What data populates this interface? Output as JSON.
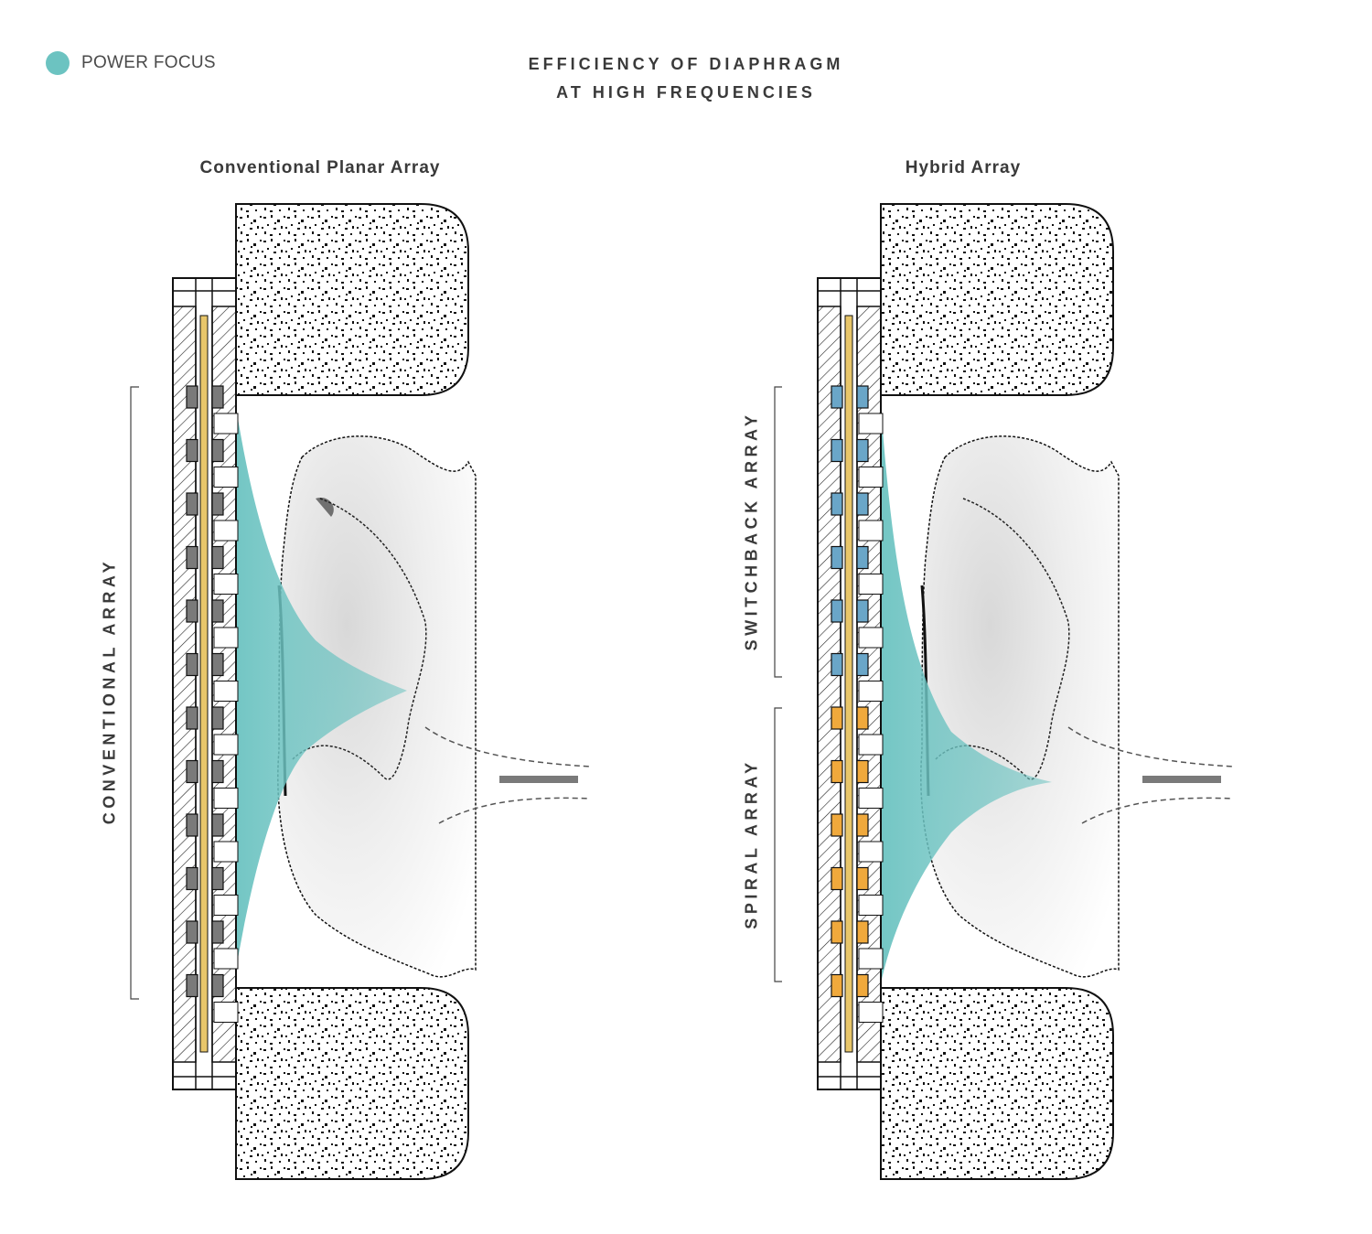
{
  "title": {
    "line1": "EFFICIENCY OF DIAPHRAGM",
    "line2": "AT HIGH FREQUENCIES"
  },
  "legend": {
    "label": "POWER FOCUS",
    "color": "#6cc3c1"
  },
  "panels": [
    {
      "heading": "Conventional Planar Array",
      "array_labels": [
        "CONVENTIONAL ARRAY"
      ]
    },
    {
      "heading": "Hybrid Array",
      "array_labels": [
        "SWITCHBACK ARRAY",
        "SPIRAL ARRAY"
      ]
    }
  ],
  "colors": {
    "power_focus": "#6cc3c1",
    "switchback_magnet": "#6aa6c8",
    "spiral_magnet": "#f0a93c",
    "conventional_magnet": "#7a7a7a",
    "diaphragm": "#e8c66a"
  }
}
